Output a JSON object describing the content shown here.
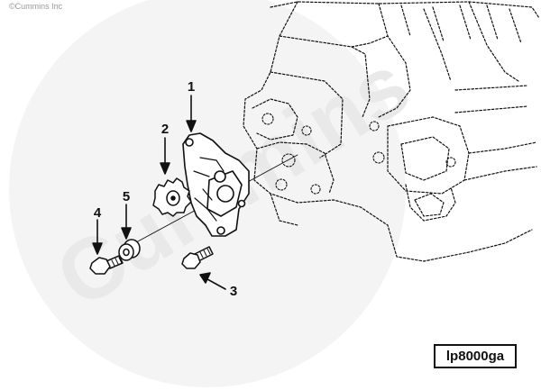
{
  "copyright": "©Cummins Inc",
  "watermark": "Cummins",
  "diagram_code": "lp8000ga",
  "callouts": [
    {
      "number": "1",
      "part": "oil-pump-assembly"
    },
    {
      "number": "2",
      "part": "drive-gear"
    },
    {
      "number": "3",
      "part": "mounting-capscrew"
    },
    {
      "number": "4",
      "part": "capscrew"
    },
    {
      "number": "5",
      "part": "spacer"
    }
  ],
  "colors": {
    "line": "#111111",
    "watermark": "#efefef",
    "fill": "#ffffff"
  }
}
